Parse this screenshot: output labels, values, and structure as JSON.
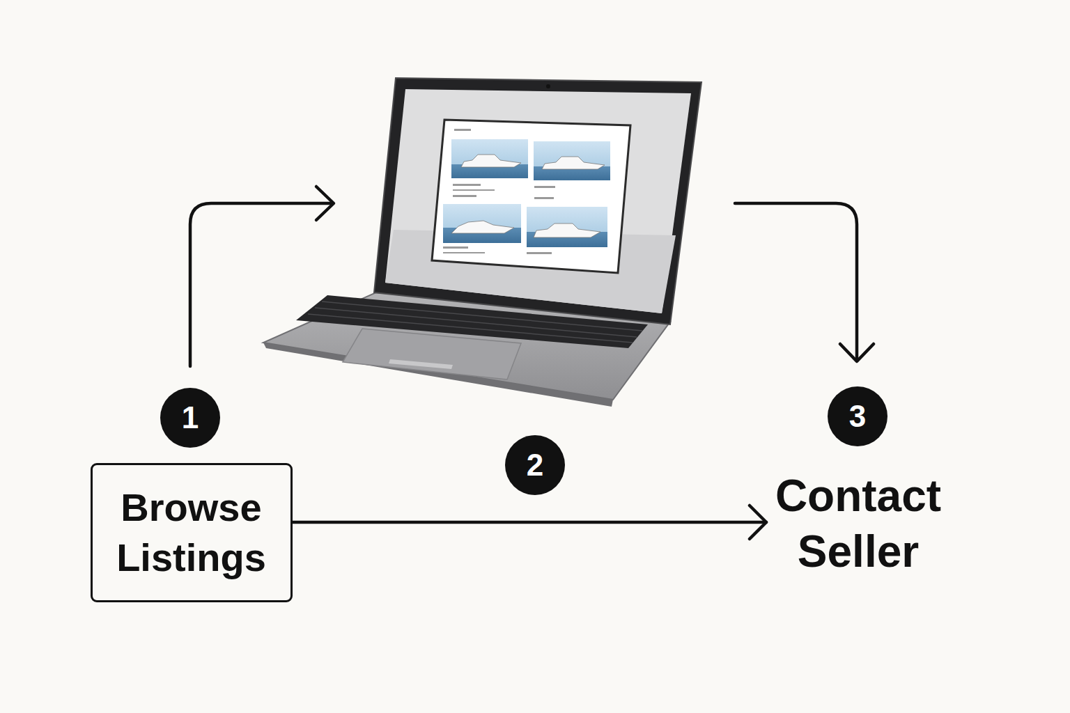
{
  "diagram": {
    "nodes": [
      {
        "text": [
          "1"
        ]
      },
      {
        "text": [
          "Browse Listings"
        ]
      },
      {
        "text": [
          "2"
        ]
      },
      {
        "text": [
          "3",
          "Contact Seller"
        ]
      }
    ],
    "edges": [
      {
        "from": 1,
        "to": 3,
        "arrow": "to"
      }
    ]
  }
}
